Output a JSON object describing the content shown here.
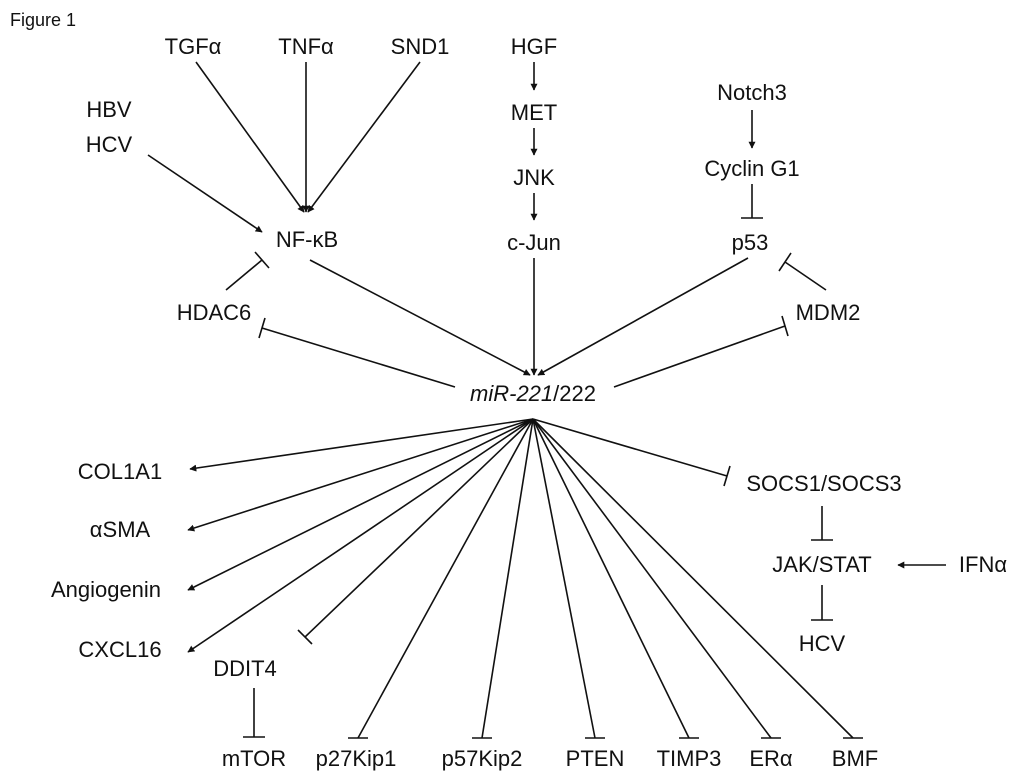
{
  "figure_label": "Figure 1",
  "nodes": {
    "tgfa": "TGFα",
    "tnfa": "TNFα",
    "snd1": "SND1",
    "hgf": "HGF",
    "met": "MET",
    "jnk": "JNK",
    "cjun": "c-Jun",
    "notch3": "Notch3",
    "cyclin_g1": "Cyclin G1",
    "p53": "p53",
    "hbv": "HBV",
    "hcv_top": "HCV",
    "nfkb": "NF-κB",
    "hdac6": "HDAC6",
    "mdm2": "MDM2",
    "mir_italic": "miR-221",
    "mir_rest": "/222",
    "col1a1": "COL1A1",
    "asma": "αSMA",
    "angiogenin": "Angiogenin",
    "cxcl16": "CXCL16",
    "ddit4": "DDIT4",
    "mtor": "mTOR",
    "p27": "p27Kip1",
    "p57": "p57Kip2",
    "pten": "PTEN",
    "timp3": "TIMP3",
    "era": "ERα",
    "bmf": "BMF",
    "socs": "SOCS1/SOCS3",
    "jakstat": "JAK/STAT",
    "ifna": "IFNα",
    "hcv_bottom": "HCV"
  }
}
